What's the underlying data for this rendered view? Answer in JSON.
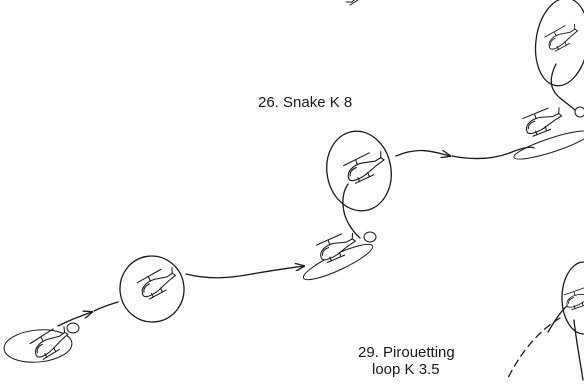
{
  "labels": {
    "snake": "26. Snake  K 8",
    "pirouette_line1": "29. Pirouetting",
    "pirouette_line2": "loop  K 3.5"
  },
  "colors": {
    "ink": "#1a1a1a",
    "background": "#ffffff"
  }
}
